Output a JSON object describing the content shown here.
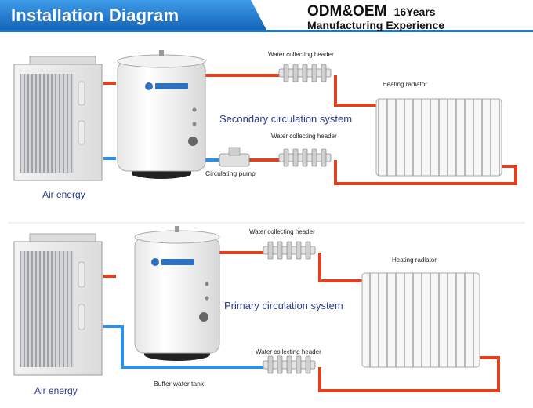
{
  "header": {
    "title": "Installation Diagram",
    "odm_text": "ODM&OEM",
    "years_text": "16Years",
    "manufacturing_text": "Manufacturing Experience"
  },
  "colors": {
    "banner_blue": "#1f78c8",
    "hot_pipe": "#e0421f",
    "cold_pipe": "#2f8fe0",
    "secondary_text": "#2a3a8c"
  },
  "diagram_top": {
    "header_label_top": "Water collecting header",
    "radiator_label": "Heating radiator",
    "system_label": "Secondary circulation system",
    "header_label_bottom": "Water collecting header",
    "pump_label": "Circulating pump",
    "unit_label": "Air energy"
  },
  "diagram_bottom": {
    "header_label_top": "Water collecting header",
    "radiator_label": "Heating radiator",
    "system_label": "Primary circulation system",
    "header_label_bottom": "Water collecting header",
    "tank_label": "Buffer water tank",
    "unit_label": "Air energy"
  }
}
